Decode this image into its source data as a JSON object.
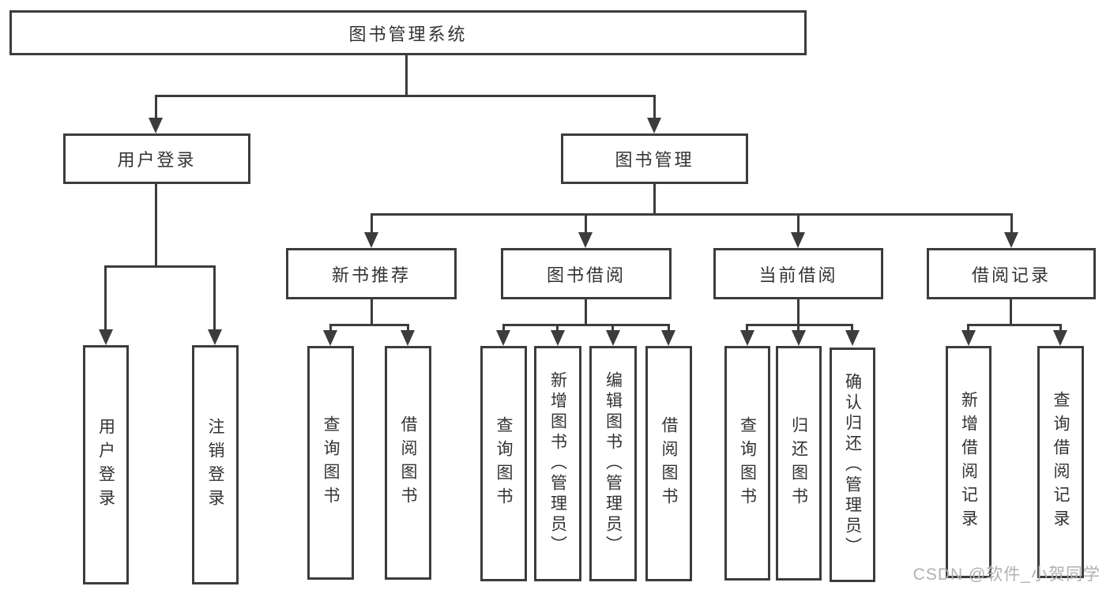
{
  "tree": {
    "root": {
      "label": "图书管理系统"
    },
    "user_login": {
      "label": "用户登录",
      "children": [
        {
          "label": "用户登录"
        },
        {
          "label": "注销登录"
        }
      ]
    },
    "book_mgmt": {
      "label": "图书管理",
      "sections": {
        "new_book": {
          "label": "新书推荐",
          "children": [
            {
              "label": "查询图书"
            },
            {
              "label": "借阅图书"
            }
          ]
        },
        "book_borrow": {
          "label": "图书借阅",
          "children": [
            {
              "label": "查询图书"
            },
            {
              "label": "新增图书（管理员）"
            },
            {
              "label": "编辑图书（管理员）"
            },
            {
              "label": "借阅图书"
            }
          ]
        },
        "current_borrow": {
          "label": "当前借阅",
          "children": [
            {
              "label": "查询图书"
            },
            {
              "label": "归还图书"
            },
            {
              "label": "确认归还（管理员）"
            }
          ]
        },
        "borrow_record": {
          "label": "借阅记录",
          "children": [
            {
              "label": "新增借阅记录"
            },
            {
              "label": "查询借阅记录"
            }
          ]
        }
      }
    }
  },
  "watermark": {
    "text": "CSDN @软件_小贺同学"
  },
  "colors": {
    "line": "#3c3c3c",
    "text": "#333333",
    "background": "#ffffff",
    "watermark": "#b0b0b0"
  }
}
